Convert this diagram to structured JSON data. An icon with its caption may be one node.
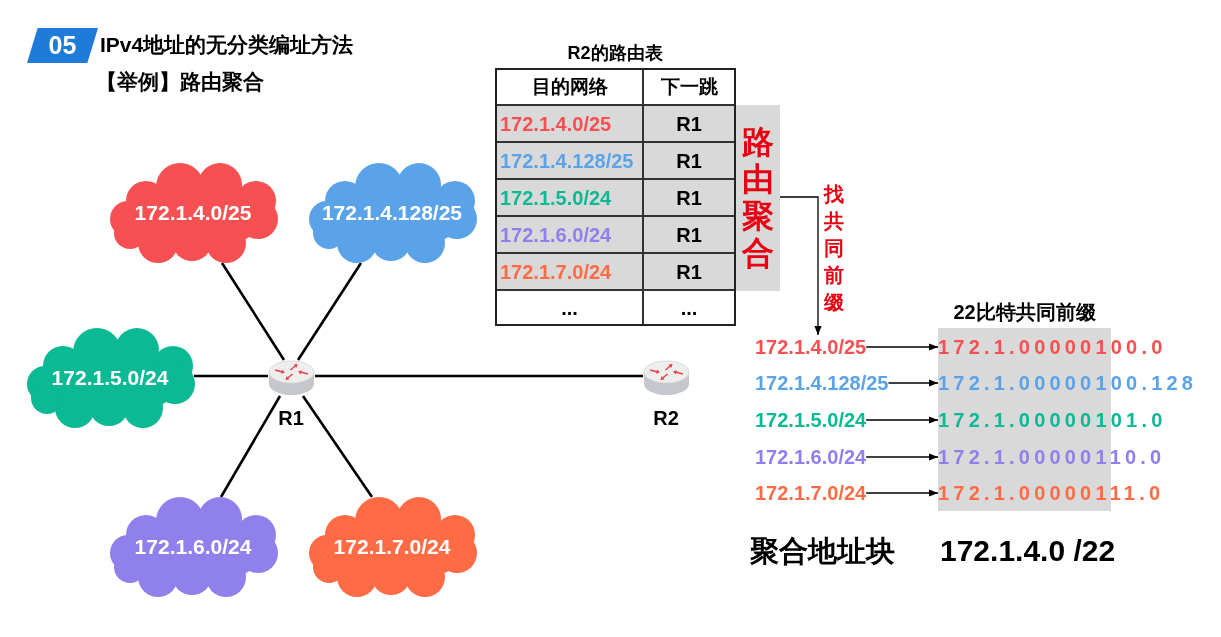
{
  "diagram": {
    "title": "IPv4地址的无分类编址方法",
    "nodes": [
      {
        "text": [
          "172.1.4.0/25"
        ]
      },
      {
        "text": [
          "172.1.4.128/25"
        ]
      },
      {
        "text": [
          "172.1.5.0/24"
        ]
      },
      {
        "text": [
          "172.1.6.0/24"
        ]
      },
      {
        "text": [
          "172.1.7.0/24"
        ]
      },
      {
        "text": [],
        "shape": "picture",
        "beside": [
          "R1"
        ]
      },
      {
        "text": [],
        "shape": "picture",
        "beside": [
          "R2"
        ]
      },
      {
        "text": [
          "路由聚合"
        ]
      },
      {
        "text": [
          "172.1.4.0/25"
        ]
      },
      {
        "text": [
          "172.1.4.128/25"
        ]
      },
      {
        "text": [
          "172.1.5.0/24"
        ]
      },
      {
        "text": [
          "172.1.6.0/24"
        ]
      },
      {
        "text": [
          "172.1.7.0/24"
        ]
      },
      {
        "text": [
          "22比特共同前缀"
        ]
      },
      {
        "text": [
          "172.1.00000100.0"
        ]
      },
      {
        "text": [
          "172.1.00000100.128"
        ]
      },
      {
        "text": [
          "172.1.00000101.0"
        ]
      },
      {
        "text": [
          "172.1.00000110.0"
        ]
      },
      {
        "text": [
          "172.1.00000111.0"
        ]
      }
    ],
    "edges": [
      {
        "from": 5,
        "to": 0,
        "arrow": "none"
      },
      {
        "from": 5,
        "to": 1,
        "arrow": "none"
      },
      {
        "from": 5,
        "to": 2,
        "arrow": "none"
      },
      {
        "from": 5,
        "to": 3,
        "arrow": "none"
      },
      {
        "from": 5,
        "to": 4,
        "arrow": "none"
      },
      {
        "from": 5,
        "to": 6,
        "arrow": "none"
      },
      {
        "from": 7,
        "to": 8,
        "arrow": "to",
        "label": "找共同前缀"
      },
      {
        "from": 8,
        "to": 14,
        "arrow": "to"
      },
      {
        "from": 9,
        "to": 15,
        "arrow": "to"
      },
      {
        "from": 10,
        "to": 16,
        "arrow": "to"
      },
      {
        "from": 11,
        "to": 17,
        "arrow": "to"
      },
      {
        "from": 12,
        "to": 18,
        "arrow": "to"
      }
    ],
    "labels": [
      "05",
      "【举例】路由聚合",
      "R2的路由表",
      "目的网络",
      "下一跳",
      "172.1.4.0/25",
      "R1",
      "172.1.4.128/25",
      "R1",
      "172.1.5.0/24",
      "R1",
      "172.1.6.0/24",
      "R1",
      "172.1.7.0/24",
      "R1",
      "...",
      "...",
      "聚合地址块",
      "172.1.4.0 /22"
    ]
  }
}
